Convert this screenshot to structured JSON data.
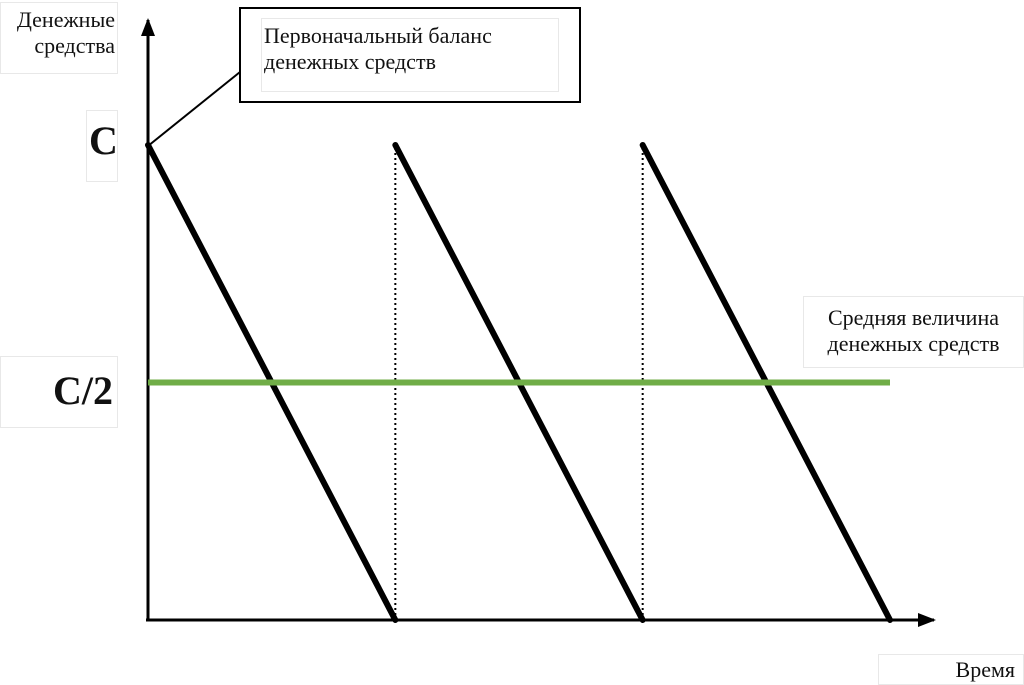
{
  "diagram": {
    "y_axis_label": "Денежные средства",
    "x_axis_label": "Время",
    "tick_top": "C",
    "tick_mid": "C/2",
    "callout": "Первоначальный баланс денежных средств",
    "avg_label": "Средняя величина денежных средств"
  },
  "sawtooth": {
    "peak": 1,
    "average": 0.5,
    "cycles": 3,
    "colors": {
      "line": "#000000",
      "average": "#70ad47"
    }
  }
}
